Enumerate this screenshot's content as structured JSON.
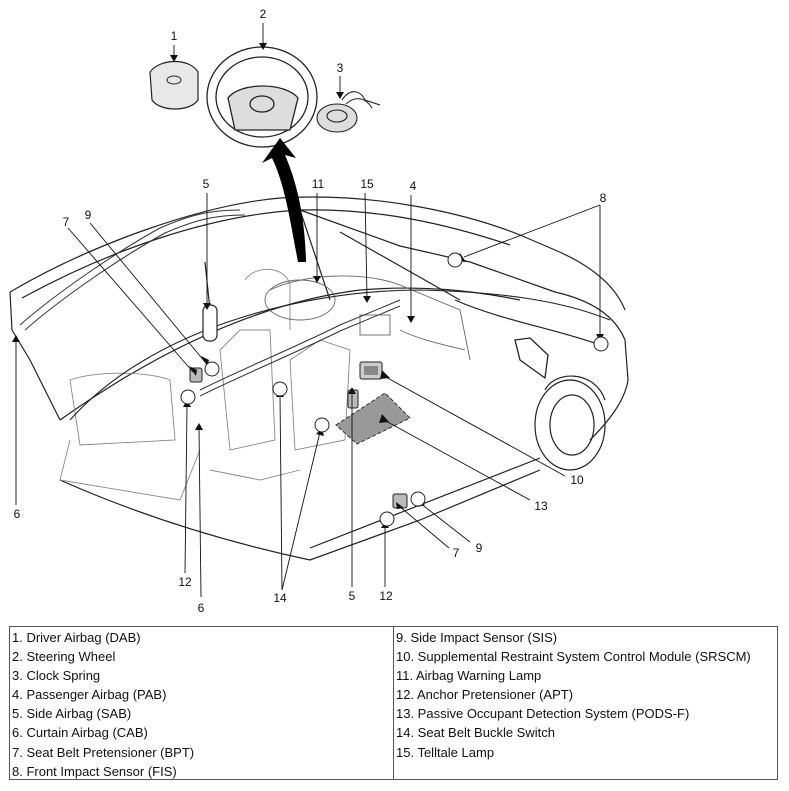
{
  "callouts": [
    {
      "id": "c1",
      "text": "1"
    },
    {
      "id": "c2",
      "text": "2"
    },
    {
      "id": "c3",
      "text": "3"
    },
    {
      "id": "c4",
      "text": "4"
    },
    {
      "id": "c5a",
      "text": "5"
    },
    {
      "id": "c5b",
      "text": "5"
    },
    {
      "id": "c6a",
      "text": "6"
    },
    {
      "id": "c6b",
      "text": "6"
    },
    {
      "id": "c7a",
      "text": "7"
    },
    {
      "id": "c7b",
      "text": "7"
    },
    {
      "id": "c8",
      "text": "8"
    },
    {
      "id": "c9a",
      "text": "9"
    },
    {
      "id": "c9b",
      "text": "9"
    },
    {
      "id": "c10",
      "text": "10"
    },
    {
      "id": "c11",
      "text": "11"
    },
    {
      "id": "c12a",
      "text": "12"
    },
    {
      "id": "c12b",
      "text": "12"
    },
    {
      "id": "c13",
      "text": "13"
    },
    {
      "id": "c14",
      "text": "14"
    },
    {
      "id": "c15",
      "text": "15"
    }
  ],
  "legend": {
    "left": [
      "1. Driver Airbag (DAB)",
      "2. Steering Wheel",
      "3. Clock Spring",
      "4. Passenger Airbag (PAB)",
      "5. Side Airbag (SAB)",
      "6. Curtain Airbag (CAB)",
      "7. Seat Belt Pretensioner (BPT)",
      "8. Front Impact Sensor (FIS)"
    ],
    "right": [
      "9. Side Impact Sensor (SIS)",
      "10. Supplemental Restraint System Control Module (SRSCM)",
      "11. Airbag Warning Lamp",
      "12. Anchor Pretensioner (APT)",
      "13. Passive Occupant Detection System (PODS-F)",
      "14. Seat Belt Buckle Switch",
      "15. Telltale Lamp"
    ]
  }
}
